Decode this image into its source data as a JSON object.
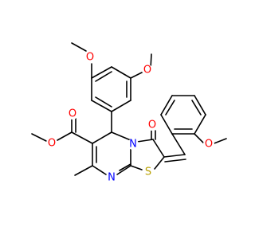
{
  "molecule": {
    "atoms": {
      "o_ome_top": "O",
      "o_ome_mid": "O",
      "o_ester_carbonyl": "O",
      "o_ester_ether": "O",
      "o_ketone": "O",
      "o_aryl_ome": "O",
      "n_ring": "N",
      "n_imine": "N",
      "s_ring": "S"
    },
    "colors": {
      "bond": "#000000",
      "oxygen": "#ff0000",
      "nitrogen": "#0000ff",
      "sulfur": "#b8a000"
    }
  }
}
